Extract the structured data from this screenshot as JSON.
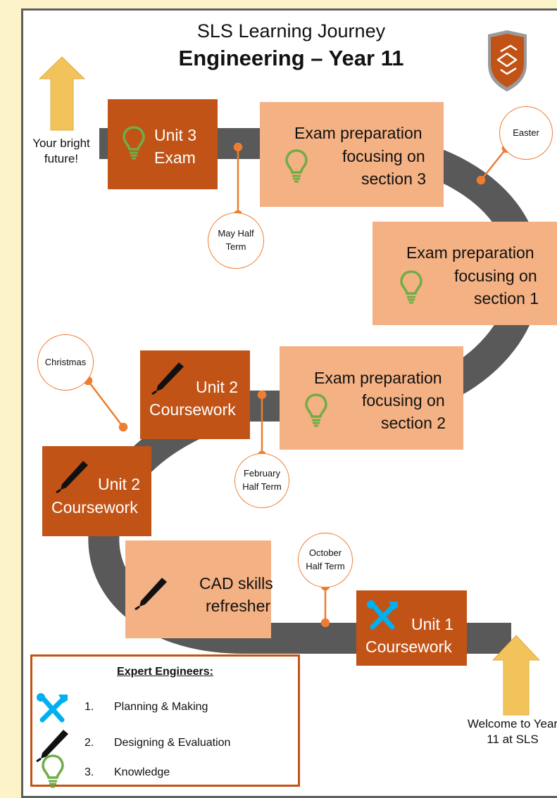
{
  "header": {
    "title": "SLS Learning Journey",
    "subtitle": "Engineering – Year 11"
  },
  "colors": {
    "dark_box": "#c25316",
    "light_box": "#f4b183",
    "road": "#595959",
    "arrow": "#f2c35a",
    "accent": "#ed7d31"
  },
  "start_label": "Welcome to Year 11 at SLS",
  "end_label": "Your bright future!",
  "stages": [
    {
      "icon": "spanner-hammer-icon",
      "line1": "Unit 1",
      "line2": "Coursework"
    },
    {
      "icon": "pen-icon",
      "line1": "CAD skills",
      "line2": "refresher"
    },
    {
      "icon": "pen-icon",
      "line1": "Unit 2",
      "line2": "Coursework"
    },
    {
      "icon": "pen-icon",
      "line1": "Unit 2",
      "line2": "Coursework"
    },
    {
      "icon": "lightbulb-icon",
      "line1": "Exam preparation",
      "line2": "focusing on",
      "line3": "section 2"
    },
    {
      "icon": "lightbulb-icon",
      "line1": "Exam preparation",
      "line2": "focusing on",
      "line3": "section 1"
    },
    {
      "icon": "lightbulb-icon",
      "line1": "Exam preparation",
      "line2": "focusing on",
      "line3": "section 3"
    },
    {
      "icon": "lightbulb-icon",
      "line1": "Unit 3",
      "line2": "Exam"
    }
  ],
  "milestones": [
    {
      "line1": "October",
      "line2": "Half Term"
    },
    {
      "line1": "February",
      "line2": "Half Term"
    },
    {
      "line1": "Christmas"
    },
    {
      "line1": "May Half",
      "line2": "Term"
    },
    {
      "line1": "Easter"
    }
  ],
  "legend": {
    "title": "Expert Engineers:",
    "items": [
      {
        "icon": "spanner-hammer-icon",
        "number": "1.",
        "label": "Planning & Making"
      },
      {
        "icon": "pen-icon",
        "number": "2.",
        "label": "Designing & Evaluation"
      },
      {
        "icon": "lightbulb-icon",
        "number": "3.",
        "label": "Knowledge"
      }
    ]
  }
}
